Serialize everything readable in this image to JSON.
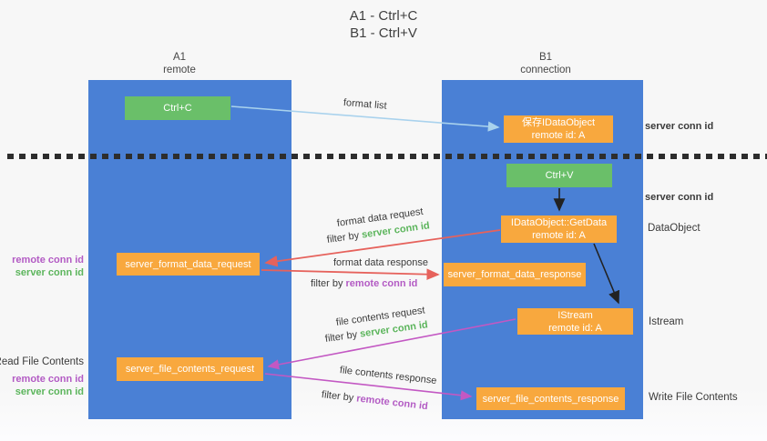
{
  "title": {
    "line1": "A1 - Ctrl+C",
    "line2": "B1 - Ctrl+V"
  },
  "lanes": {
    "left": {
      "name": "A1",
      "subtitle": "remote"
    },
    "right": {
      "name": "B1",
      "subtitle": "connection"
    }
  },
  "nodes": {
    "ctrl_c": {
      "label": "Ctrl+C"
    },
    "ctrl_v": {
      "label": "Ctrl+V"
    },
    "save_dataobject": {
      "line1": "保存IDataObject",
      "line2": "remote id: A"
    },
    "getdata": {
      "line1": "IDataObject::GetData",
      "line2": "remote id: A"
    },
    "istream": {
      "line1": "IStream",
      "line2": "remote id: A"
    },
    "server_format_data_request": {
      "label": "server_format_data_request"
    },
    "server_format_data_response": {
      "label": "server_format_data_response"
    },
    "server_file_contents_request": {
      "label": "server_file_contents_request"
    },
    "server_file_contents_response": {
      "label": "server_file_contents_response"
    }
  },
  "arrow_labels": {
    "format_list": "format list",
    "format_data_request": "format data request",
    "format_data_response": "format data response",
    "file_contents_request": "file contents request",
    "file_contents_response": "file contents response"
  },
  "terms": {
    "filter_by": "filter by",
    "server_conn_id": "server conn id",
    "remote_conn_id": "remote conn id"
  },
  "side_labels": {
    "dataobject": "DataObject",
    "istream": "Istream",
    "write_file_contents": "Write File Contents",
    "read_file_contents": "Read File Contents"
  },
  "colors": {
    "lane_blue": "#4a80d5",
    "node_orange": "#f8a83e",
    "node_green": "#6abf69",
    "arrow_red": "#e6625c",
    "arrow_magenta": "#c358c3",
    "arrow_blue": "#a9d2ed",
    "text_green": "#5cb55c",
    "text_purple": "#b35bc4"
  }
}
